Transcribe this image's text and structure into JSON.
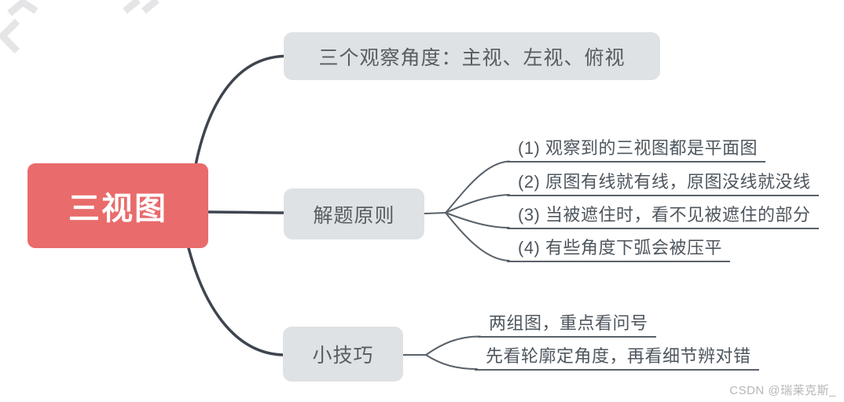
{
  "root": {
    "label": "三视图"
  },
  "branches": [
    {
      "label": "三个观察角度：主视、左视、俯视",
      "children": []
    },
    {
      "label": "解题原则",
      "children": [
        "(1) 观察到的三视图都是平面图",
        "(2) 原图有线就有线，原图没线就没线",
        "(3) 当被遮住时，看不见被遮住的部分",
        "(4) 有些角度下弧会被压平"
      ]
    },
    {
      "label": "小技巧",
      "children": [
        "两组图，重点看问号",
        "先看轮廓定角度，再看细节辨对错"
      ]
    }
  ],
  "watermark": "CSDN @瑞莱克斯_",
  "colors": {
    "root_bg": "#E96B6B",
    "root_text": "#FFFFFF",
    "branch_bg": "#DFE2E4",
    "branch_text": "#575C61",
    "subitem_text": "#4E565D",
    "line_main": "#3E454F",
    "line_sub": "#59616A",
    "watermark_text": "#B6B6B6",
    "decor": "#E5E5E7"
  }
}
